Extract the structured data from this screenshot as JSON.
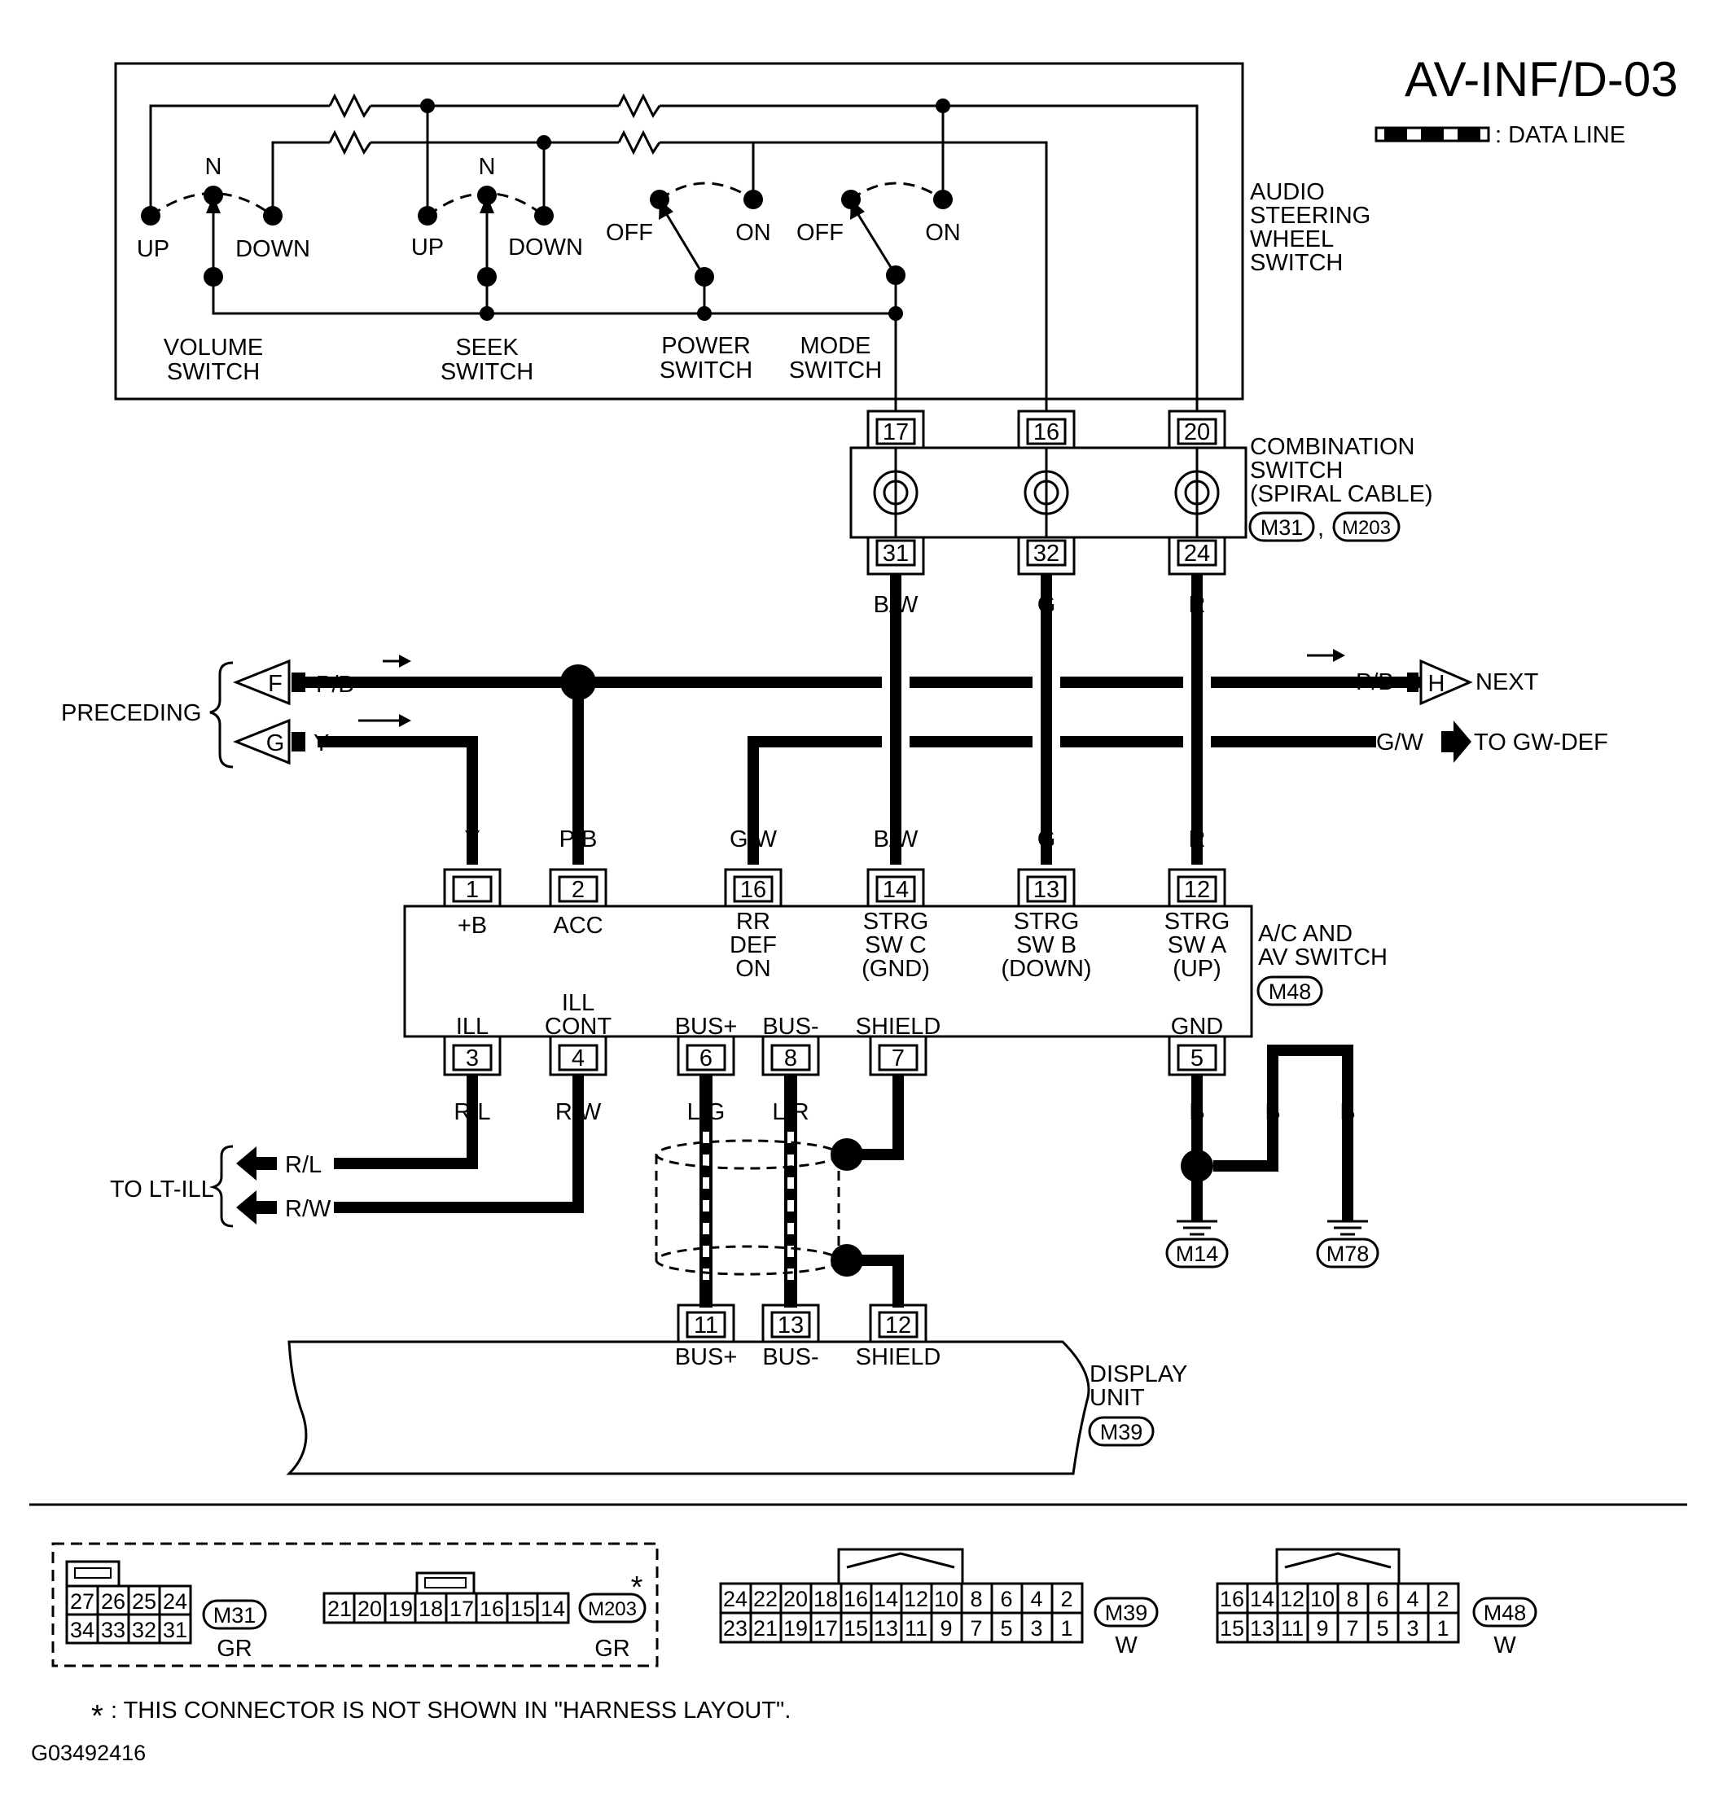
{
  "header": {
    "diagram_id": "AV-INF/D-03",
    "legend_label": ": DATA LINE"
  },
  "audio_switch": {
    "name_lines": [
      "AUDIO",
      "STEERING",
      "WHEEL",
      "SWITCH"
    ],
    "volume": {
      "name": [
        "VOLUME",
        "SWITCH"
      ],
      "neutral": "N",
      "up": "UP",
      "down": "DOWN"
    },
    "seek": {
      "name": [
        "SEEK",
        "SWITCH"
      ],
      "neutral": "N",
      "up": "UP",
      "down": "DOWN"
    },
    "power": {
      "name": [
        "POWER",
        "SWITCH"
      ],
      "off": "OFF",
      "on": "ON"
    },
    "mode": {
      "name": [
        "MODE",
        "SWITCH"
      ],
      "off": "OFF",
      "on": "ON"
    }
  },
  "combination_switch": {
    "name_lines": [
      "COMBINATION",
      "SWITCH",
      "(SPIRAL CABLE)"
    ],
    "connectors": [
      "M31",
      "M203"
    ],
    "separator": ",",
    "pins_top": [
      "17",
      "16",
      "20"
    ],
    "pins_bottom": [
      "31",
      "32",
      "24"
    ],
    "wire_colors": [
      "B/W",
      "G",
      "R"
    ]
  },
  "preceding": {
    "label": "PRECEDING",
    "connector_f": "F",
    "connector_g": "G",
    "wire_f": "P/B",
    "wire_g": "Y"
  },
  "next": {
    "wire": "P/B",
    "connector": "H",
    "label": "NEXT"
  },
  "gw_def": {
    "wire": "G/W",
    "label": "TO GW-DEF"
  },
  "av_switch": {
    "name_lines": [
      "A/C AND",
      "AV SWITCH"
    ],
    "connector": "M48",
    "top_pins": [
      {
        "pin": "1",
        "wire": "Y",
        "label": [
          "+B"
        ]
      },
      {
        "pin": "2",
        "wire": "P/B",
        "label": [
          "ACC"
        ]
      },
      {
        "pin": "16",
        "wire": "G/W",
        "label": [
          "RR",
          "DEF",
          "ON"
        ]
      },
      {
        "pin": "14",
        "wire": "B/W",
        "label": [
          "STRG",
          "SW C",
          "(GND)"
        ]
      },
      {
        "pin": "13",
        "wire": "G",
        "label": [
          "STRG",
          "SW B",
          "(DOWN)"
        ]
      },
      {
        "pin": "12",
        "wire": "R",
        "label": [
          "STRG",
          "SW A",
          "(UP)"
        ]
      }
    ],
    "bottom_pins": [
      {
        "pin": "3",
        "wire": "R/L",
        "label": [
          "ILL"
        ]
      },
      {
        "pin": "4",
        "wire": "R/W",
        "label": [
          "ILL",
          "CONT"
        ]
      },
      {
        "pin": "6",
        "wire": "L/G",
        "label": [
          "BUS+"
        ]
      },
      {
        "pin": "8",
        "wire": "L/R",
        "label": [
          "BUS-"
        ]
      },
      {
        "pin": "7",
        "wire": "",
        "label": [
          "SHIELD"
        ]
      },
      {
        "pin": "5",
        "wire": "B",
        "label": [
          "GND"
        ]
      }
    ]
  },
  "lt_ill": {
    "label": "TO LT-ILL",
    "wire_1": "R/L",
    "wire_2": "R/W"
  },
  "ground": {
    "wire_1": "B",
    "wire_2": "B",
    "wire_3": "B",
    "point_1": "M14",
    "point_2": "M78"
  },
  "display_unit": {
    "name_lines": [
      "DISPLAY",
      "UNIT"
    ],
    "connector": "M39",
    "pins": [
      {
        "pin": "11",
        "label": "BUS+"
      },
      {
        "pin": "13",
        "label": "BUS-"
      },
      {
        "pin": "12",
        "label": "SHIELD"
      }
    ]
  },
  "connector_views": {
    "m31": {
      "id": "M31",
      "color": "GR",
      "top": [
        "27",
        "26",
        "25",
        "24"
      ],
      "bottom": [
        "34",
        "33",
        "32",
        "31"
      ]
    },
    "m203": {
      "id": "M203",
      "color": "GR",
      "asterisk": "*",
      "pins": [
        "21",
        "20",
        "19",
        "18",
        "17",
        "16",
        "15",
        "14"
      ]
    },
    "m39": {
      "id": "M39",
      "color": "W",
      "top": [
        "24",
        "22",
        "20",
        "18",
        "16",
        "14",
        "12",
        "10",
        "8",
        "6",
        "4",
        "2"
      ],
      "bottom": [
        "23",
        "21",
        "19",
        "17",
        "15",
        "13",
        "11",
        "9",
        "7",
        "5",
        "3",
        "1"
      ]
    },
    "m48": {
      "id": "M48",
      "color": "W",
      "top": [
        "16",
        "14",
        "12",
        "10",
        "8",
        "6",
        "4",
        "2"
      ],
      "bottom": [
        "15",
        "13",
        "11",
        "9",
        "7",
        "5",
        "3",
        "1"
      ]
    }
  },
  "footnote": {
    "mark": "*",
    "text": ": THIS CONNECTOR IS NOT SHOWN IN \"HARNESS LAYOUT\"."
  },
  "figure_code": "G03492416"
}
